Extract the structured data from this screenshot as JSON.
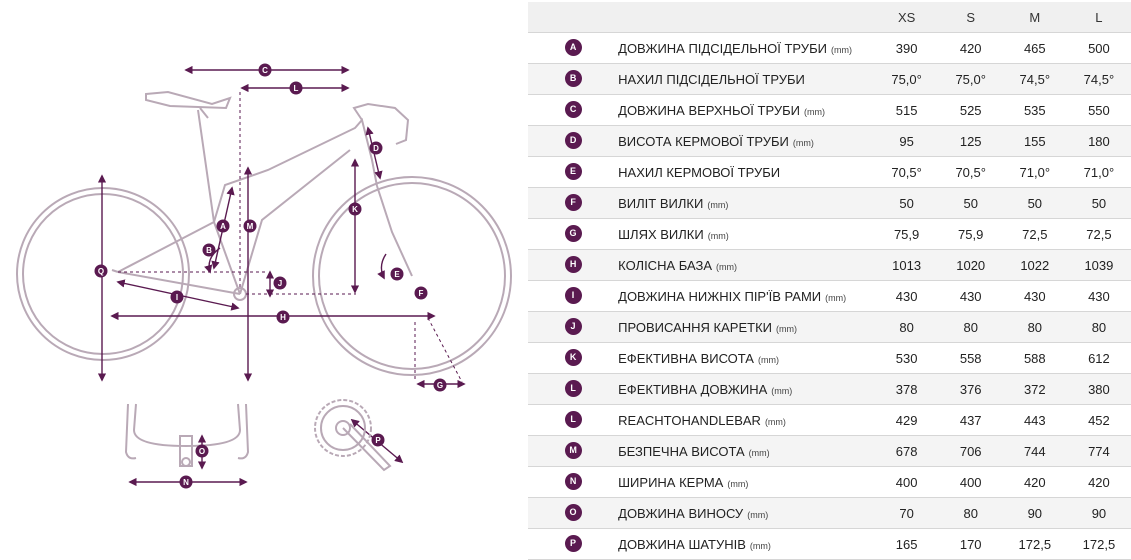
{
  "colors": {
    "accent": "#5a1a50",
    "bike_line": "#b9a9b6",
    "header_bg": "#f0f0f0"
  },
  "diagram": {
    "labels": [
      "A",
      "B",
      "C",
      "D",
      "E",
      "F",
      "G",
      "H",
      "I",
      "J",
      "K",
      "L",
      "M",
      "N",
      "O",
      "P",
      "Q"
    ]
  },
  "table": {
    "sizes": [
      "XS",
      "S",
      "M",
      "L"
    ],
    "rows": [
      {
        "key": "A",
        "name": "ДОВЖИНА ПІДСІДЕЛЬНОЇ ТРУБИ",
        "unit": "(mm)",
        "values": [
          "390",
          "420",
          "465",
          "500"
        ]
      },
      {
        "key": "B",
        "name": "НАХИЛ ПІДСІДЕЛЬНОЇ ТРУБИ",
        "unit": "",
        "values": [
          "75,0°",
          "75,0°",
          "74,5°",
          "74,5°"
        ]
      },
      {
        "key": "C",
        "name": "ДОВЖИНА ВЕРХНЬОЇ ТРУБИ",
        "unit": "(mm)",
        "values": [
          "515",
          "525",
          "535",
          "550"
        ]
      },
      {
        "key": "D",
        "name": "ВИСОТА КЕРМОВОЇ ТРУБИ",
        "unit": "(mm)",
        "values": [
          "95",
          "125",
          "155",
          "180"
        ]
      },
      {
        "key": "E",
        "name": "НАХИЛ КЕРМОВОЇ ТРУБИ",
        "unit": "",
        "values": [
          "70,5°",
          "70,5°",
          "71,0°",
          "71,0°"
        ]
      },
      {
        "key": "F",
        "name": "ВИЛІТ ВИЛКИ",
        "unit": "(mm)",
        "values": [
          "50",
          "50",
          "50",
          "50"
        ]
      },
      {
        "key": "G",
        "name": "ШЛЯХ ВИЛКИ",
        "unit": "(mm)",
        "values": [
          "75,9",
          "75,9",
          "72,5",
          "72,5"
        ]
      },
      {
        "key": "H",
        "name": "КОЛІСНА БАЗА",
        "unit": "(mm)",
        "values": [
          "1013",
          "1020",
          "1022",
          "1039"
        ]
      },
      {
        "key": "I",
        "name": "ДОВЖИНА НИЖНІХ ПІР'ЇВ РАМИ",
        "unit": "(mm)",
        "values": [
          "430",
          "430",
          "430",
          "430"
        ]
      },
      {
        "key": "J",
        "name": "ПРОВИСАННЯ КАРЕТКИ",
        "unit": "(mm)",
        "values": [
          "80",
          "80",
          "80",
          "80"
        ]
      },
      {
        "key": "K",
        "name": "ЕФЕКТИВНА ВИСОТА",
        "unit": "(mm)",
        "values": [
          "530",
          "558",
          "588",
          "612"
        ]
      },
      {
        "key": "L",
        "name": "ЕФЕКТИВНА ДОВЖИНА",
        "unit": "(mm)",
        "values": [
          "378",
          "376",
          "372",
          "380"
        ]
      },
      {
        "key": "L",
        "name": "REACHTOHANDLEBAR",
        "unit": "(mm)",
        "values": [
          "429",
          "437",
          "443",
          "452"
        ]
      },
      {
        "key": "M",
        "name": "БЕЗПЕЧНА ВИСОТА",
        "unit": "(mm)",
        "values": [
          "678",
          "706",
          "744",
          "774"
        ]
      },
      {
        "key": "N",
        "name": "ШИРИНА КЕРМА",
        "unit": "(mm)",
        "values": [
          "400",
          "400",
          "420",
          "420"
        ]
      },
      {
        "key": "O",
        "name": "ДОВЖИНА ВИНОСУ",
        "unit": "(mm)",
        "values": [
          "70",
          "80",
          "90",
          "90"
        ]
      },
      {
        "key": "P",
        "name": "ДОВЖИНА ШАТУНІВ",
        "unit": "(mm)",
        "values": [
          "165",
          "170",
          "172,5",
          "172,5"
        ]
      }
    ]
  }
}
